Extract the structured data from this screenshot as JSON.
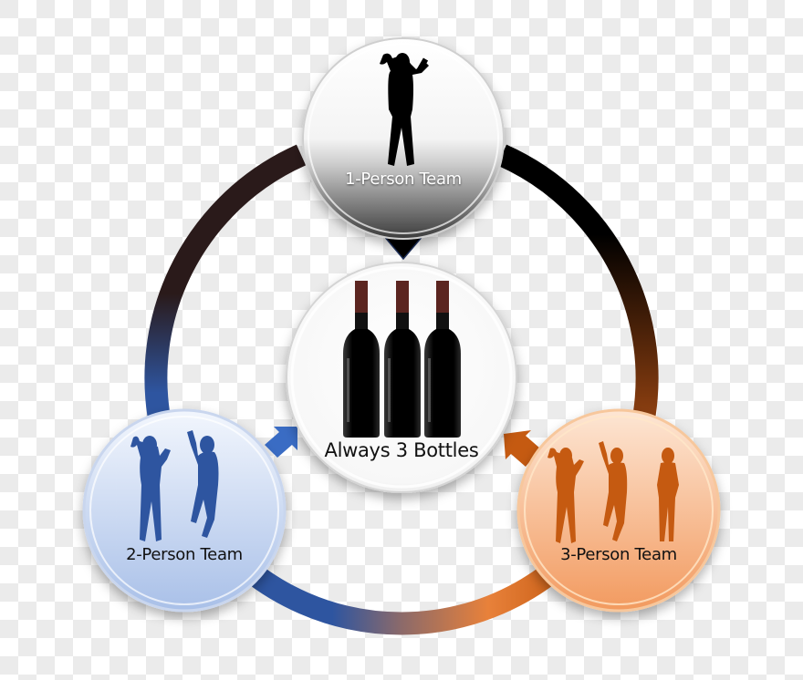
{
  "diagram": {
    "center": {
      "label": "Always 3 Bottles",
      "bottle_count": 3,
      "icon": "wine-bottles-icon"
    },
    "nodes": [
      {
        "id": "one",
        "label": "1-Person Team",
        "people": 1,
        "color": "#000000",
        "fill_top": "#ffffff",
        "fill_bottom": "#5a5a5a",
        "text_color": "#ffffff"
      },
      {
        "id": "two",
        "label": "2-Person Team",
        "people": 2,
        "color": "#2e55a0",
        "fill_top": "#eef3fb",
        "fill_bottom": "#b4c8ea",
        "text_color": "#111111"
      },
      {
        "id": "three",
        "label": "3-Person Team",
        "people": 3,
        "color": "#c55a11",
        "fill_top": "#fde3cf",
        "fill_bottom": "#f4a570",
        "text_color": "#111111"
      }
    ],
    "ring_colors": {
      "top": "#000000",
      "left": "#2e55a0",
      "right": "#c55a11",
      "dark_left": "#2a1a1a"
    },
    "arrows": [
      {
        "from": "1-Person Team",
        "to": "Always 3 Bottles",
        "color": "#000000"
      },
      {
        "from": "2-Person Team",
        "to": "Always 3 Bottles",
        "color": "#3a6cc4"
      },
      {
        "from": "3-Person Team",
        "to": "Always 3 Bottles",
        "color": "#c55a11"
      }
    ]
  }
}
